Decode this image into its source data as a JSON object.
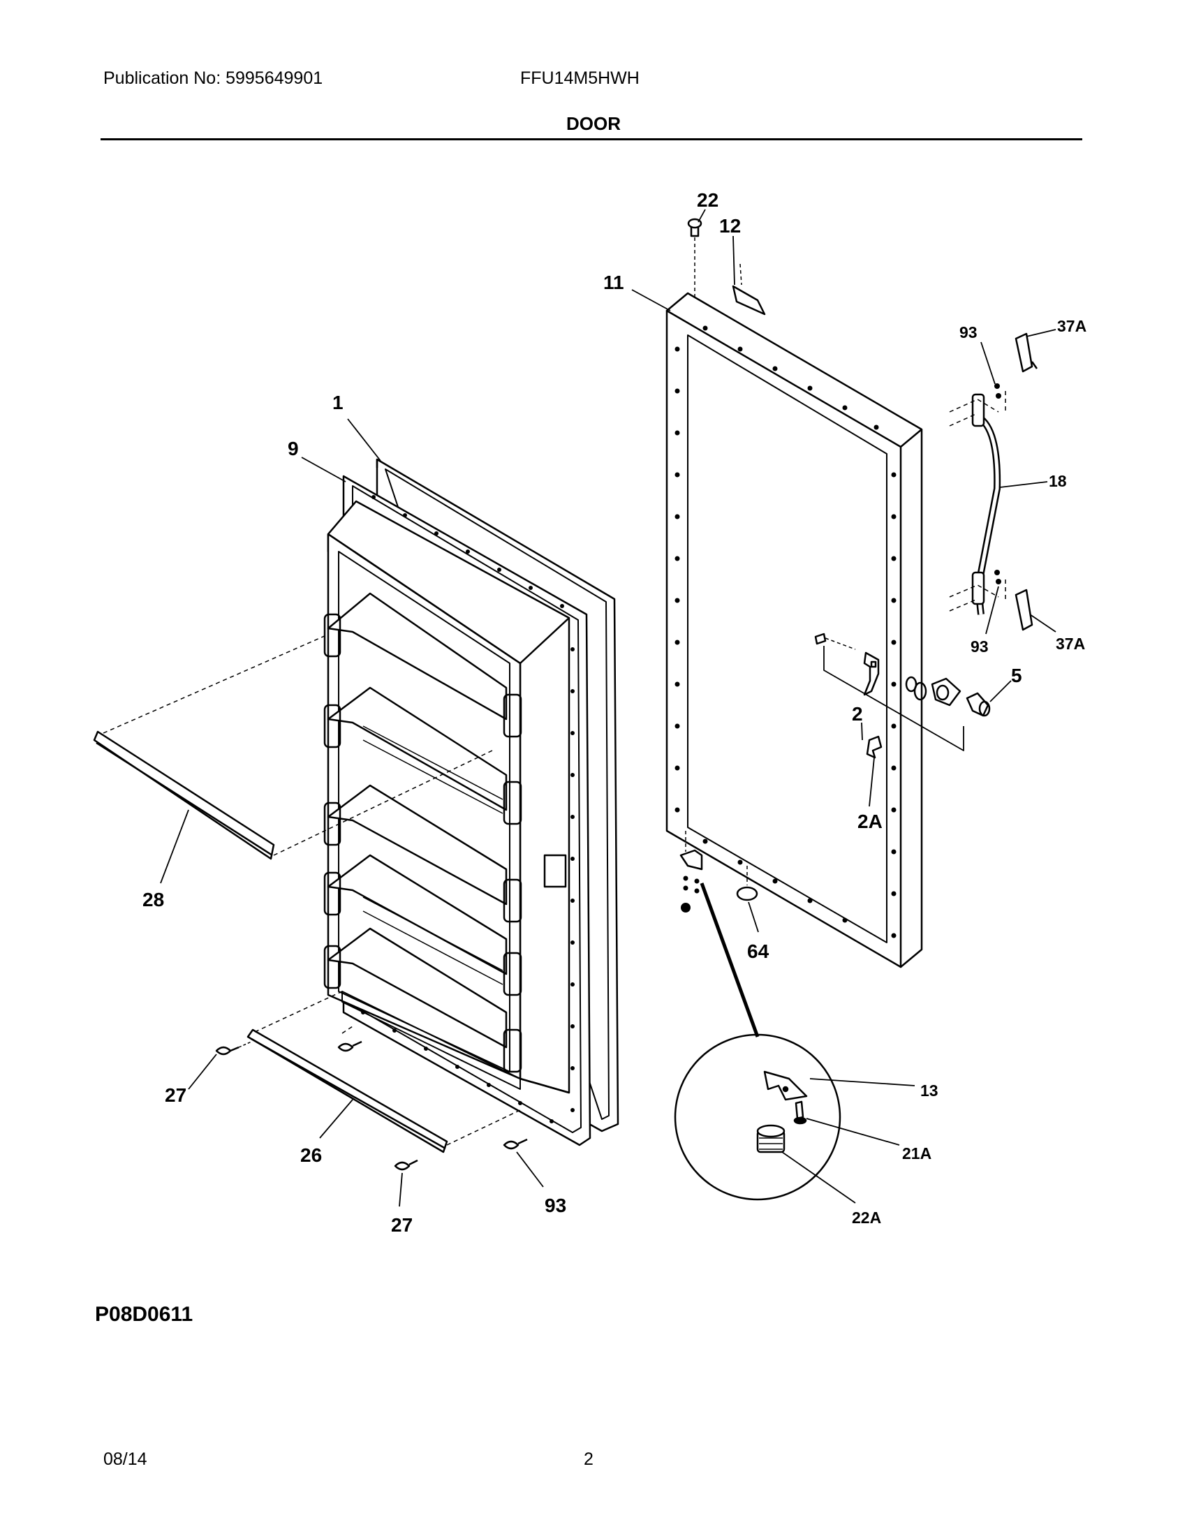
{
  "header": {
    "publication": "Publication No: 5995649901",
    "model": "FFU14M5HWH",
    "title": "DOOR"
  },
  "callouts": {
    "c1": "1",
    "c9": "9",
    "c11": "11",
    "c12": "12",
    "c22": "22",
    "c93a": "93",
    "c37a_top": "37A",
    "c18": "18",
    "c93b": "93",
    "c37a_bot": "37A",
    "c5": "5",
    "c2": "2",
    "c2a": "2A",
    "c64": "64",
    "c28": "28",
    "c27a": "27",
    "c26": "26",
    "c27b": "27",
    "c93c": "93",
    "c13": "13",
    "c21a": "21A",
    "c22a": "22A"
  },
  "footer": {
    "code": "P08D0611",
    "date": "08/14",
    "page": "2"
  }
}
